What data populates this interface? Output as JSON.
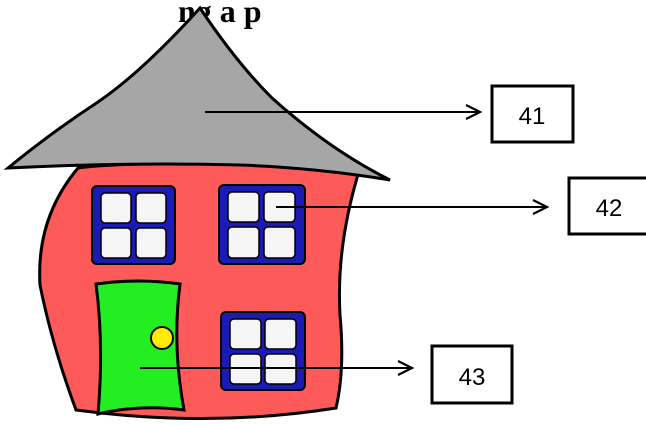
{
  "title": "ng a p",
  "labels": [
    "41",
    "42",
    "43"
  ],
  "colors": {
    "roof": "#a6a6a6",
    "walls": "#ff5a5a",
    "window_frame": "#1a1ab4",
    "window_pane": "#f5f5f5",
    "door": "#22ee22",
    "door_knob": "#ffee00",
    "outline": "#000000"
  }
}
